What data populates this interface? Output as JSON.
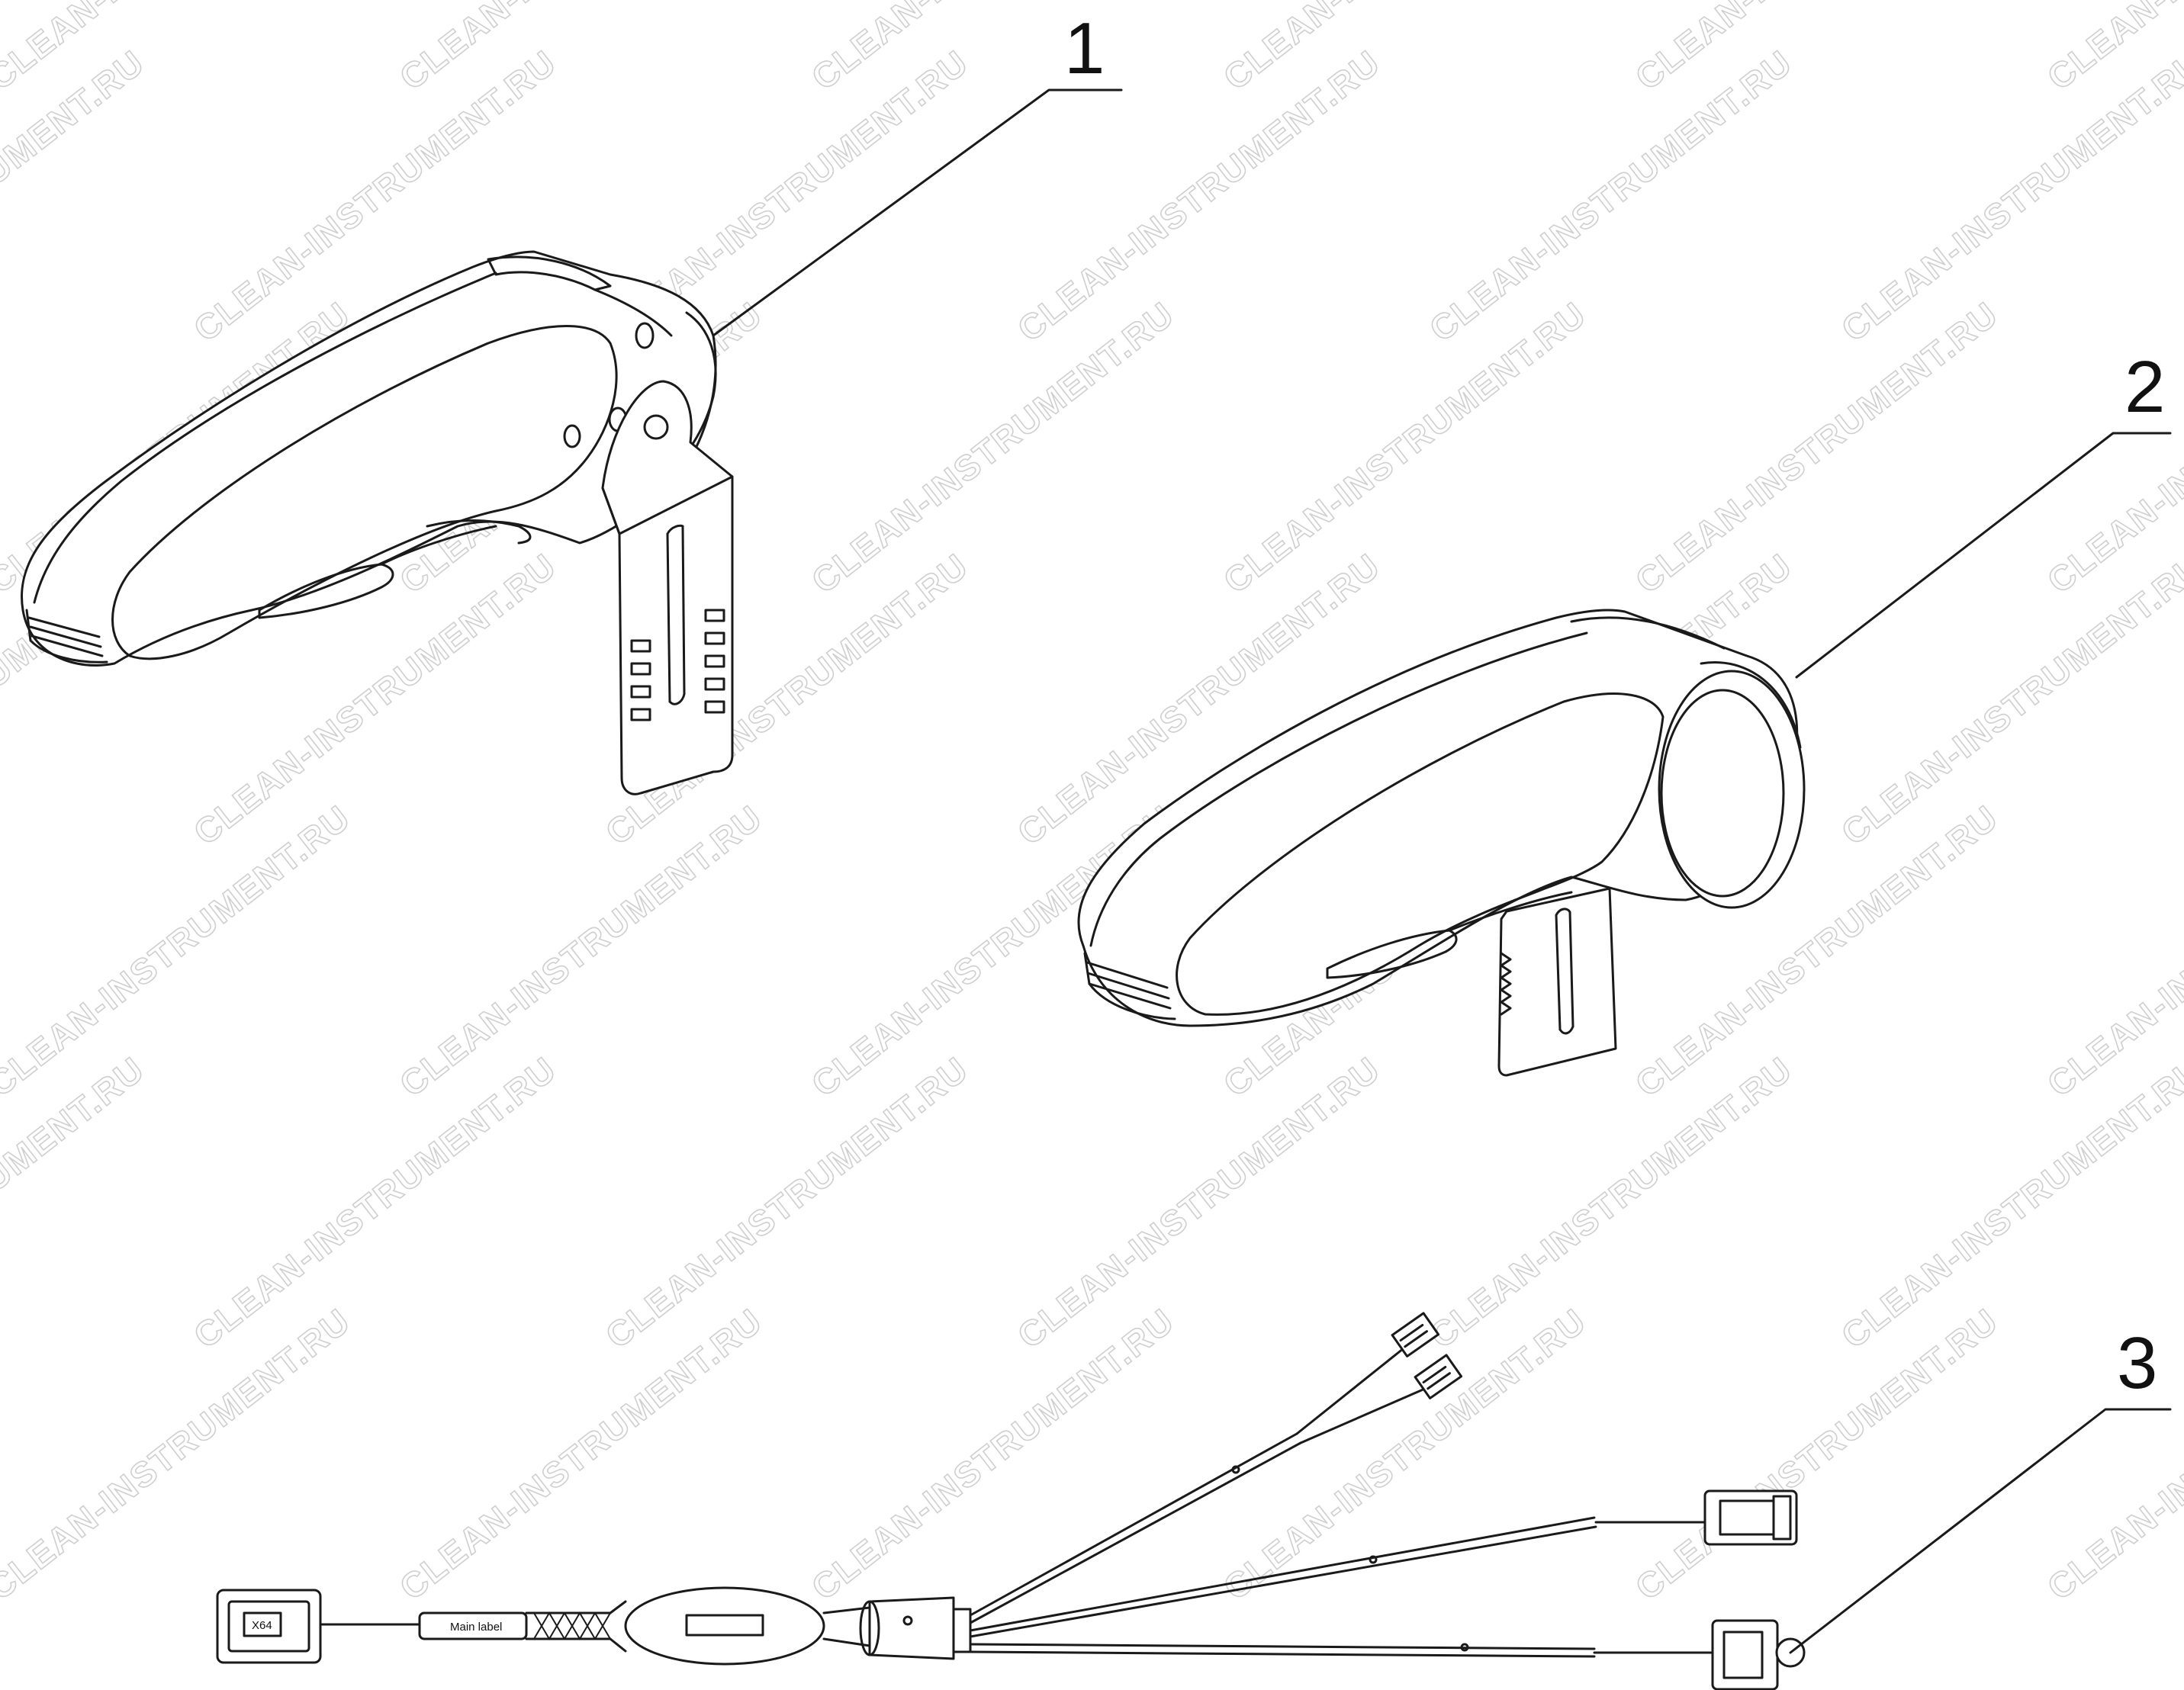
{
  "watermark": "CLEAN-INSTRUMENT.RU",
  "callouts": [
    {
      "number": "1",
      "part": "armrest-with-mounting-bracket"
    },
    {
      "number": "2",
      "part": "armrest-with-round-cap"
    },
    {
      "number": "3",
      "part": "wiring-harness"
    }
  ],
  "harness_labels": {
    "connector": "X64",
    "label_sleeve": "Main label"
  },
  "colors": {
    "line": "#1a1a1a",
    "watermark": "#cfcfcf",
    "background": "#ffffff"
  }
}
